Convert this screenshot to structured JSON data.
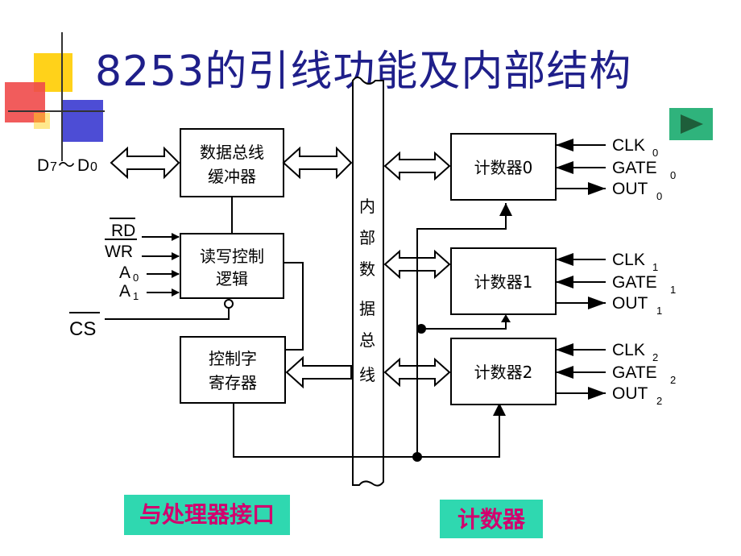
{
  "slide": {
    "title": "8253的引线功能及内部结构",
    "footer_left": "与处理器接口",
    "footer_right": "计数器",
    "colors": {
      "title": "#1f1f8a",
      "footer_bg": "#2fd8b0",
      "footer_text": "#d2006e",
      "deco_yellow": "#ffd21a",
      "deco_red": "#f04a4a",
      "deco_blue": "#3a3ad0",
      "play_button": "#2fb37c"
    },
    "icons": {
      "next": "play-triangle-icon",
      "deco": "corner-squares-icon"
    }
  },
  "diagram": {
    "data_bus_pins": {
      "d7": "D",
      "d7_sub": "7",
      "tilde": "～",
      "d0": "D",
      "d0_sub": "0"
    },
    "blocks": {
      "data_buffer": [
        "数据总线",
        "缓冲器"
      ],
      "rw_logic": [
        "读写控制",
        "逻辑"
      ],
      "control_word": [
        "控制字",
        "寄存器"
      ]
    },
    "internal_bus_chars": [
      "内",
      "部",
      "数",
      "据",
      "总",
      "线"
    ],
    "inputs": {
      "rd": "RD",
      "wr": "WR",
      "a0": "A",
      "a0_sub": "0",
      "a1": "A",
      "a1_sub": "1",
      "cs": "CS"
    },
    "counters": [
      {
        "label": "计数器0",
        "clk": "CLK",
        "gate": "GATE",
        "out": "OUT",
        "sub": "0"
      },
      {
        "label": "计数器1",
        "clk": "CLK",
        "gate": "GATE",
        "out": "OUT",
        "sub": "1"
      },
      {
        "label": "计数器2",
        "clk": "CLK",
        "gate": "GATE",
        "out": "OUT",
        "sub": "2"
      }
    ]
  }
}
